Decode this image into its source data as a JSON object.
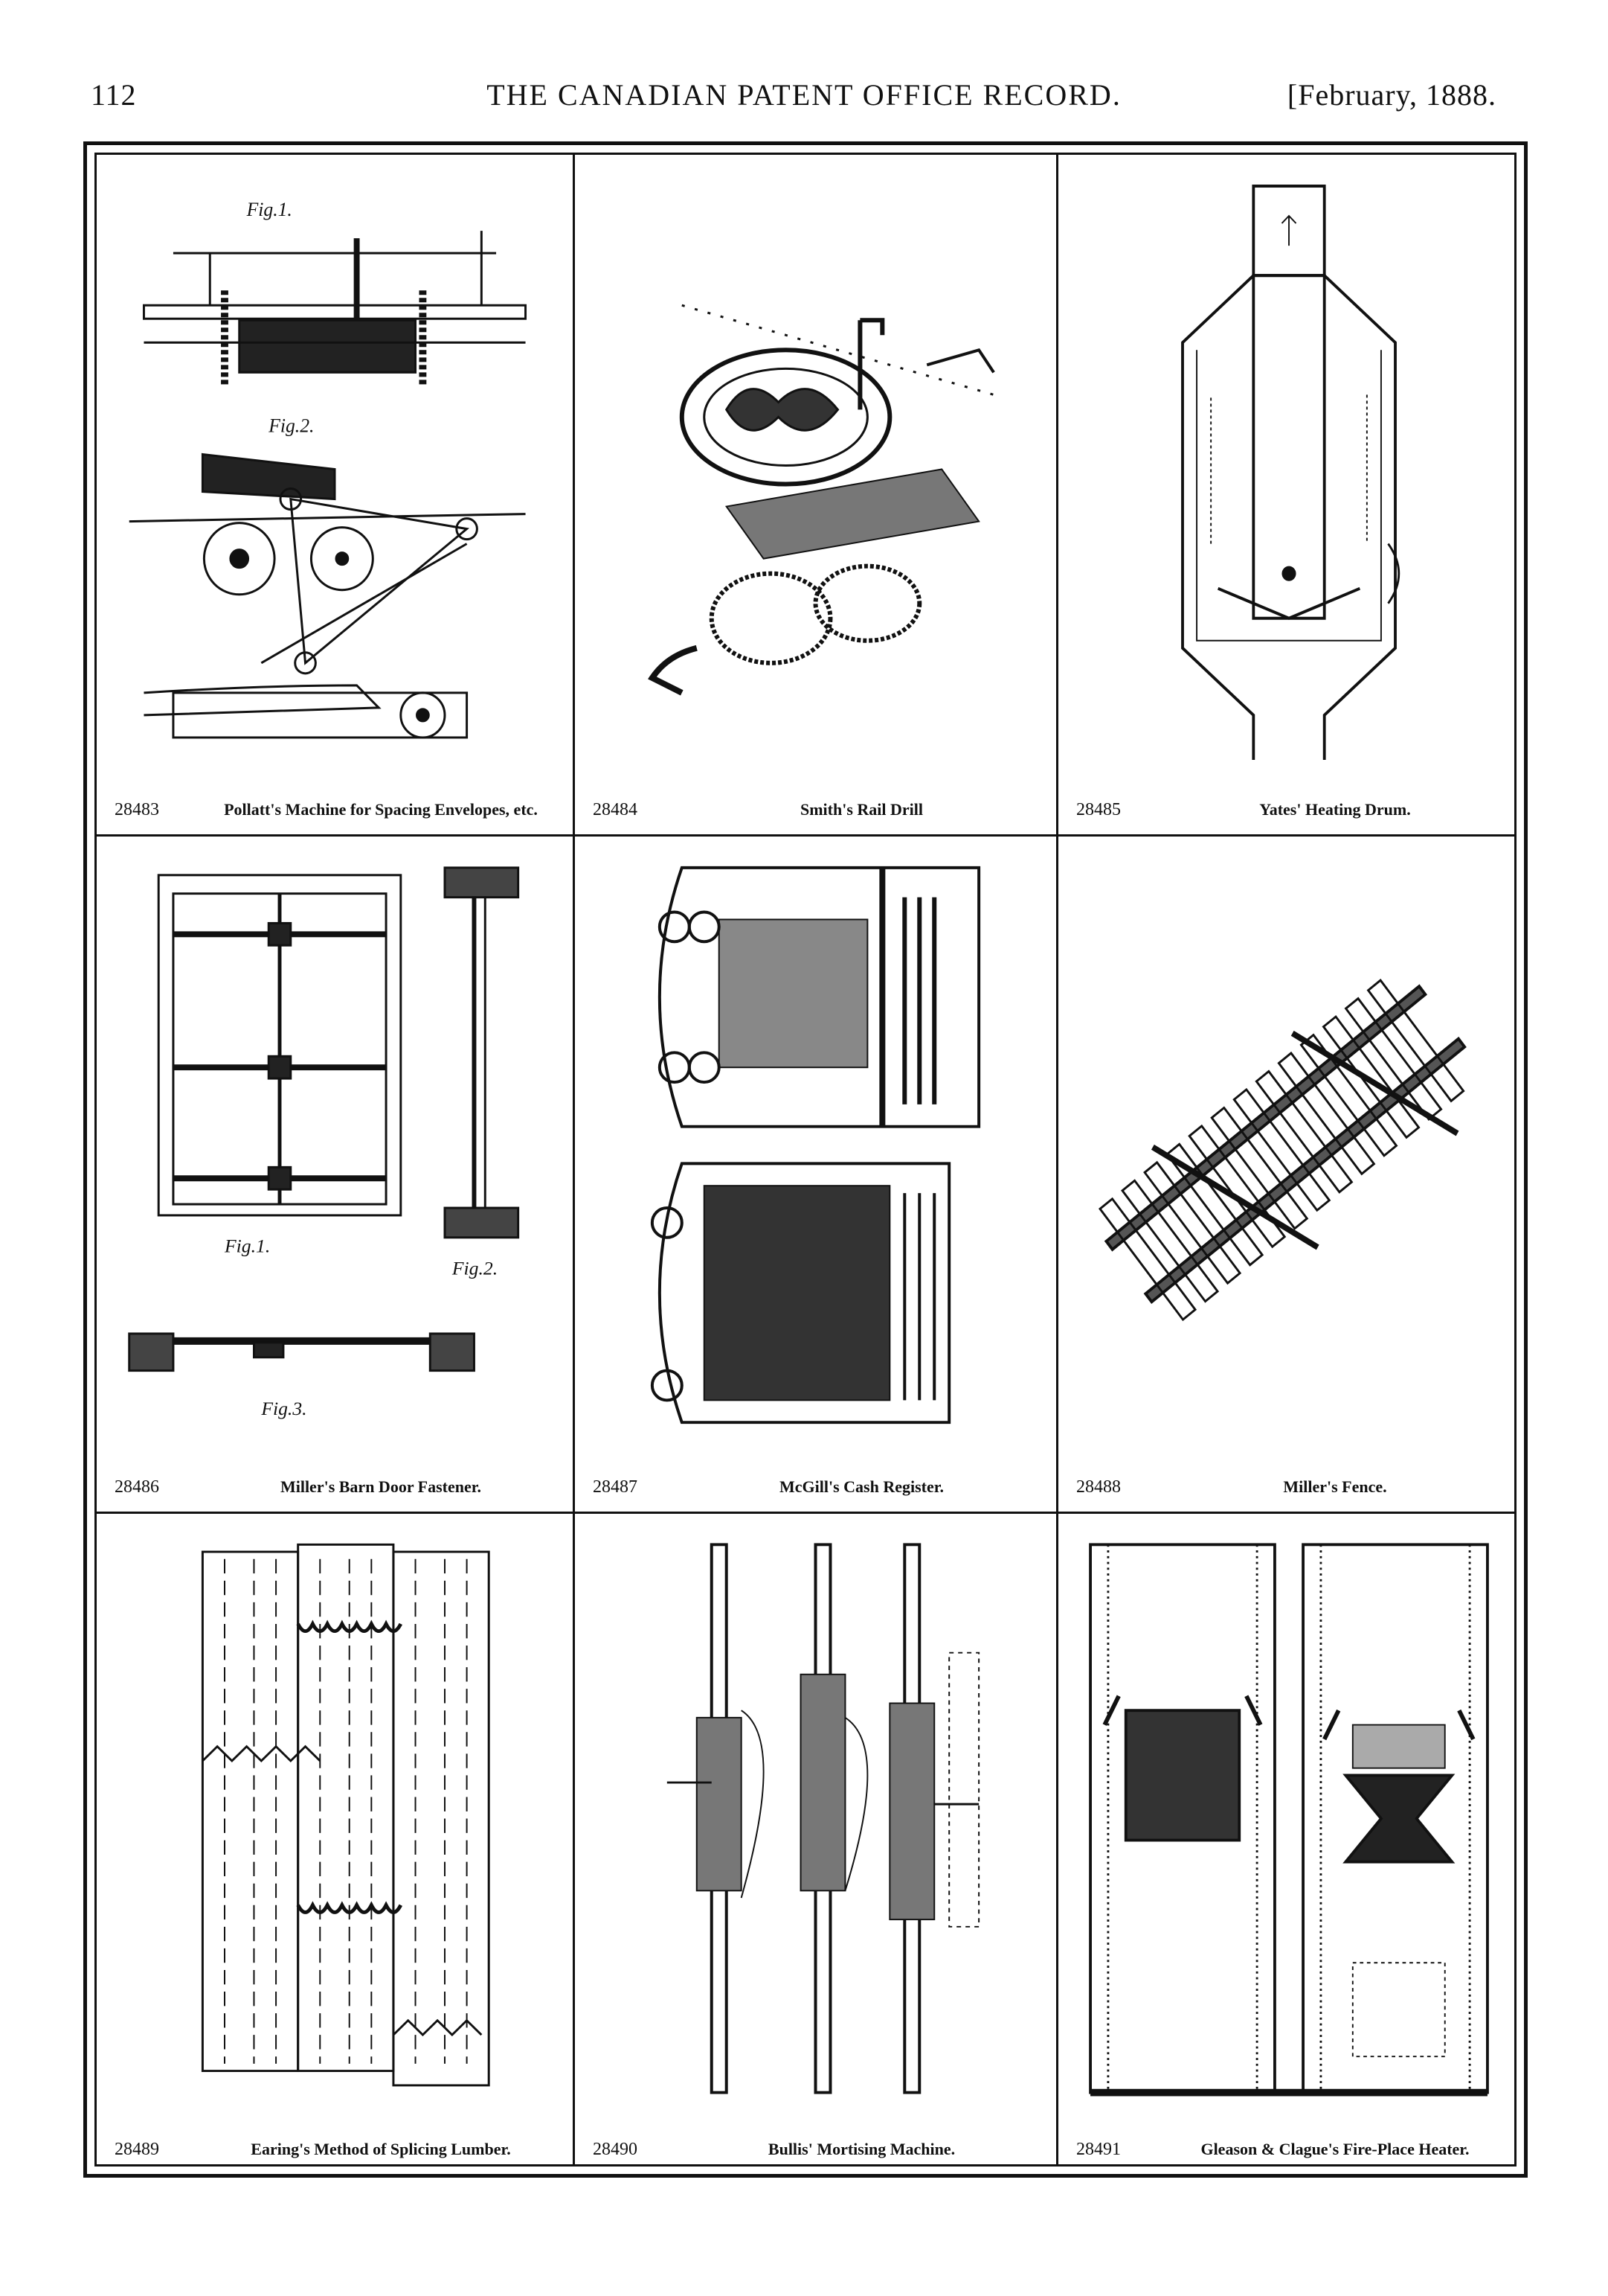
{
  "header": {
    "page_number": "112",
    "title": "THE CANADIAN PATENT OFFICE RECORD.",
    "date": "[February, 1888."
  },
  "patents": [
    {
      "number": "28483",
      "title": "Pollatt's Machine for Spacing Envelopes, etc."
    },
    {
      "number": "28484",
      "title": "Smith's Rail Drill"
    },
    {
      "number": "28485",
      "title": "Yates' Heating Drum."
    },
    {
      "number": "28486",
      "title": "Miller's Barn Door Fastener."
    },
    {
      "number": "28487",
      "title": "McGill's Cash Register."
    },
    {
      "number": "28488",
      "title": "Miller's Fence."
    },
    {
      "number": "28489",
      "title": "Earing's Method of Splicing Lumber."
    },
    {
      "number": "28490",
      "title": "Bullis' Mortising Machine."
    },
    {
      "number": "28491",
      "title": "Gleason & Clague's Fire-Place Heater."
    }
  ],
  "figure_labels": {
    "fig1": "Fig.1.",
    "fig2": "Fig.2.",
    "fig3": "Fig.3."
  },
  "icons": [
    "engraving-envelope-machine",
    "engraving-rail-drill",
    "engraving-heating-drum",
    "engraving-barn-door",
    "engraving-cash-register",
    "engraving-fence",
    "engraving-spliced-lumber",
    "engraving-mortising-machine",
    "engraving-fireplace-heater"
  ]
}
